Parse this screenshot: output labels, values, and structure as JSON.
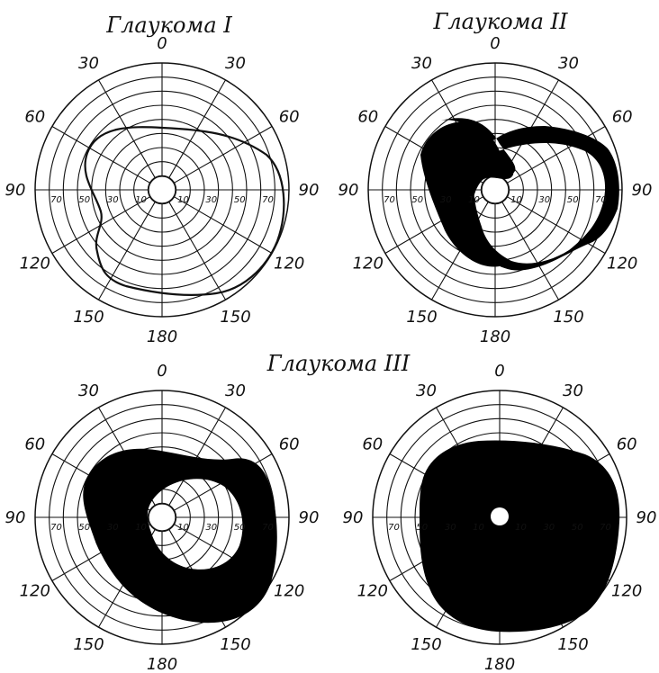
{
  "titles": {
    "glaucoma_1": "Глаукома I",
    "glaucoma_2": "Глаукома II",
    "glaucoma_3": "Глаукома III"
  },
  "meridian_labels": [
    "0",
    "30",
    "60",
    "90",
    "120",
    "150",
    "180",
    "150",
    "120",
    "90",
    "60",
    "30"
  ],
  "radial_labels": [
    "70",
    "50",
    "30",
    "10",
    "10",
    "30",
    "50",
    "70"
  ],
  "charts": [
    {
      "id": "glaucoma-1",
      "finding": "narrowed visual field boundary"
    },
    {
      "id": "glaucoma-2",
      "finding": "arcuate scotoma"
    },
    {
      "id": "glaucoma-3a",
      "finding": "ring scotoma"
    },
    {
      "id": "glaucoma-3b",
      "finding": "tubular field, central island only"
    }
  ]
}
